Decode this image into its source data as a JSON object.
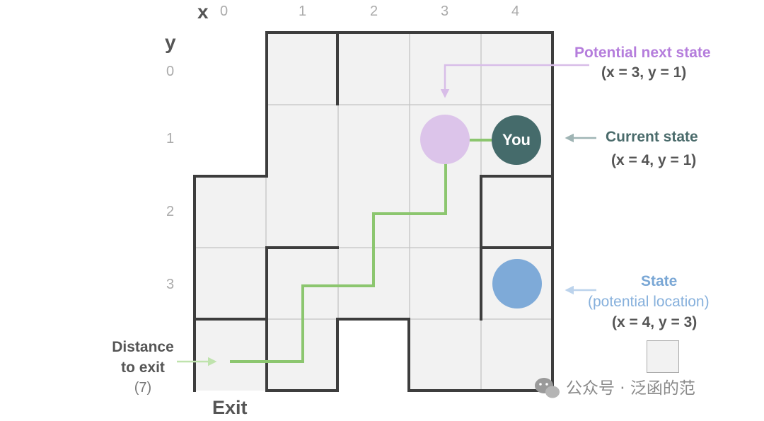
{
  "axes": {
    "x_label": "x",
    "y_label": "y",
    "x_ticks": [
      "0",
      "1",
      "2",
      "3",
      "4"
    ],
    "y_ticks": [
      "0",
      "1",
      "2",
      "3"
    ]
  },
  "agent_label": "You",
  "exit_label": "Exit",
  "annotations": {
    "potential_next": {
      "title": "Potential next state",
      "coords": "(x = 3, y = 1)"
    },
    "current": {
      "title": "Current state",
      "coords": "(x = 4, y = 1)"
    },
    "state": {
      "title": "State",
      "subtitle": "(potential location)",
      "coords": "(x = 4, y = 3)"
    },
    "distance": {
      "line1": "Distance",
      "line2": "to exit",
      "value": "(7)"
    }
  },
  "watermark": "公众号 · 泛函的范",
  "colors": {
    "wall": "#3d3d3d",
    "cell_fill": "#f2f2f2",
    "grid_line": "#c4c4c4",
    "path": "#8cc66f",
    "agent": "#456b6b",
    "next_state": "#dcc4ea",
    "state_dot": "#7eaad8",
    "arrow_purple": "#d8bde8",
    "arrow_teal": "#9fb4b4",
    "arrow_blue": "#bcd3ec",
    "arrow_green": "#bfe3ad"
  }
}
